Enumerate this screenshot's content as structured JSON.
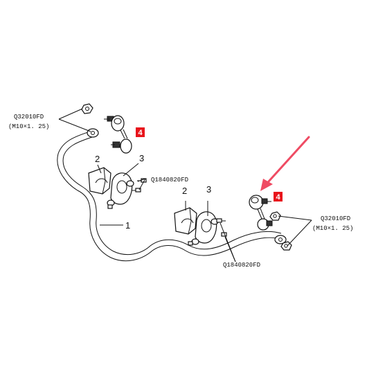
{
  "labels": {
    "bar": "1",
    "bushing_left": "2",
    "clamp_left": "3",
    "bushing_right": "2",
    "clamp_right": "3",
    "link_left": "4",
    "link_right": "4",
    "nut_code_left": "Q32010FD",
    "nut_spec_left": "(M10×1. 25)",
    "nut_code_right": "Q32010FD",
    "nut_spec_right": "(M10×1. 25)",
    "bolt_code_upper": "Q1840820FD",
    "bolt_code_lower": "Q1840820FD"
  },
  "colors": {
    "badge": "#e8141b",
    "arrow": "#ef4b63",
    "ink": "#111111"
  }
}
